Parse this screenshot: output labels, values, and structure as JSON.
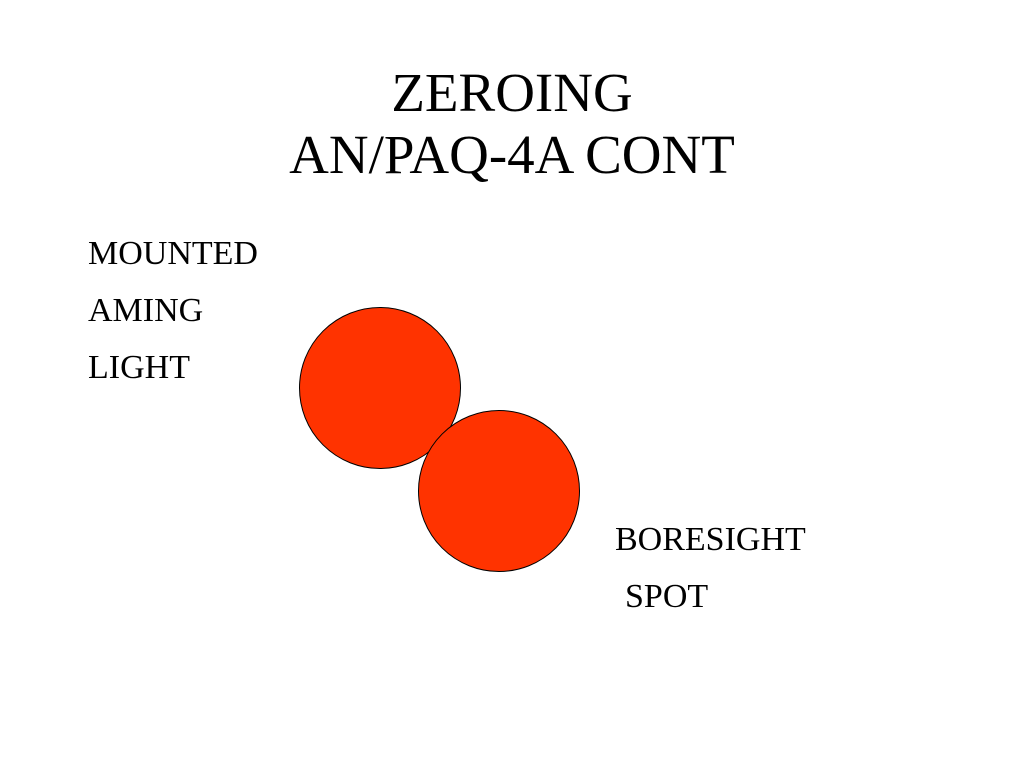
{
  "slide": {
    "title_line1": "ZEROING",
    "title_line2": "AN/PAQ-4A CONT",
    "left_labels": [
      "MOUNTED",
      "AMING",
      "LIGHT"
    ],
    "right_labels": [
      "BORESIGHT",
      "SPOT"
    ],
    "circle_color": "#FF3300",
    "circle_outline": "#000000"
  }
}
